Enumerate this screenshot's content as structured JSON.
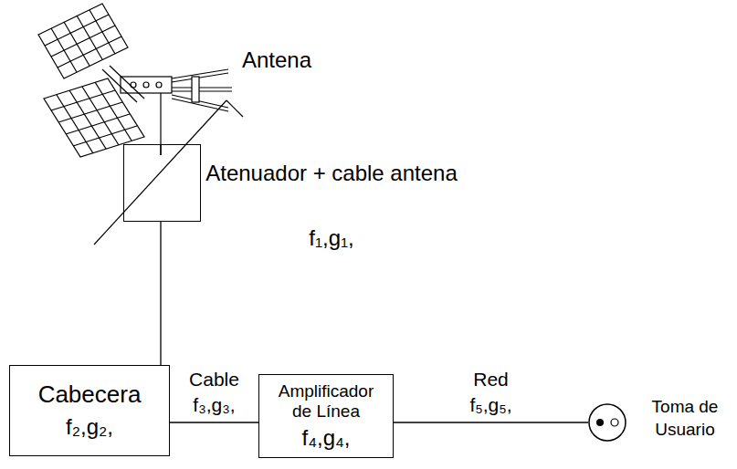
{
  "diagram": {
    "nodes": [
      {
        "text": [
          "Antena"
        ]
      },
      {
        "text": [
          "Atenuador + cable antena",
          "f₁,g₁,"
        ]
      },
      {
        "text": [
          "Cabecera",
          "f₂,g₂,"
        ]
      },
      {
        "text": [
          "Amplificador de Línea",
          "f₄,g₄,"
        ]
      },
      {
        "text": [
          "Toma de Usuario"
        ]
      }
    ],
    "edges": [
      {
        "from": 0,
        "to": 1,
        "arrow": "none"
      },
      {
        "from": 1,
        "to": 2,
        "arrow": "none"
      },
      {
        "from": 2,
        "to": 3,
        "label": "Cable f₃,g₃,",
        "arrow": "none"
      },
      {
        "from": 3,
        "to": 4,
        "label": "Red f₅,g₅,",
        "arrow": "none"
      }
    ]
  }
}
